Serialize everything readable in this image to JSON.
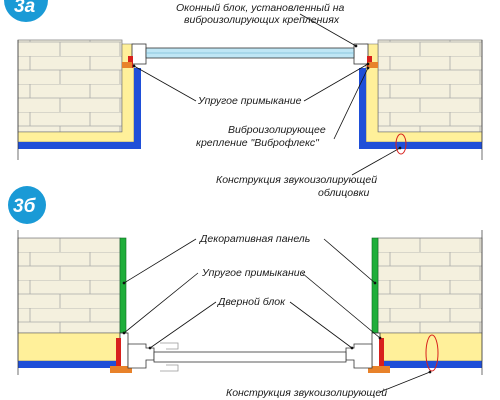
{
  "diagrams": [
    {
      "id": "3a",
      "badge": "3а",
      "labels": {
        "window_block_line1": "Оконный блок, установленный на",
        "window_block_line2": "виброизолирующих креплениях",
        "elastic_joint": "Упругое примыкание",
        "mount_line1": "Виброизолирующее",
        "mount_line2": "крепление \"Виброфлекс\"",
        "cladding_line1": "Конструкция звукоизолирующей",
        "cladding_line2": "облицовки"
      }
    },
    {
      "id": "3b",
      "badge": "3б",
      "labels": {
        "decor_panel": "Декоративная панель",
        "elastic_joint": "Упругое примыкание",
        "door_block": "Дверной блок",
        "cladding_line1": "Конструкция звукоизолирующей"
      }
    }
  ],
  "colors": {
    "badge": "#1a9ad6",
    "masonry": "#f4f0de",
    "mortar": "#a9a9a9",
    "insulation": "#fff09a",
    "blue_layer": "#1f4fd8",
    "decor_panel": "#1fae3a",
    "red_joint": "#d8201c",
    "orange_mount": "#e8822a",
    "glass": "#bfe6f5",
    "callout_ring": "#d8201c"
  }
}
